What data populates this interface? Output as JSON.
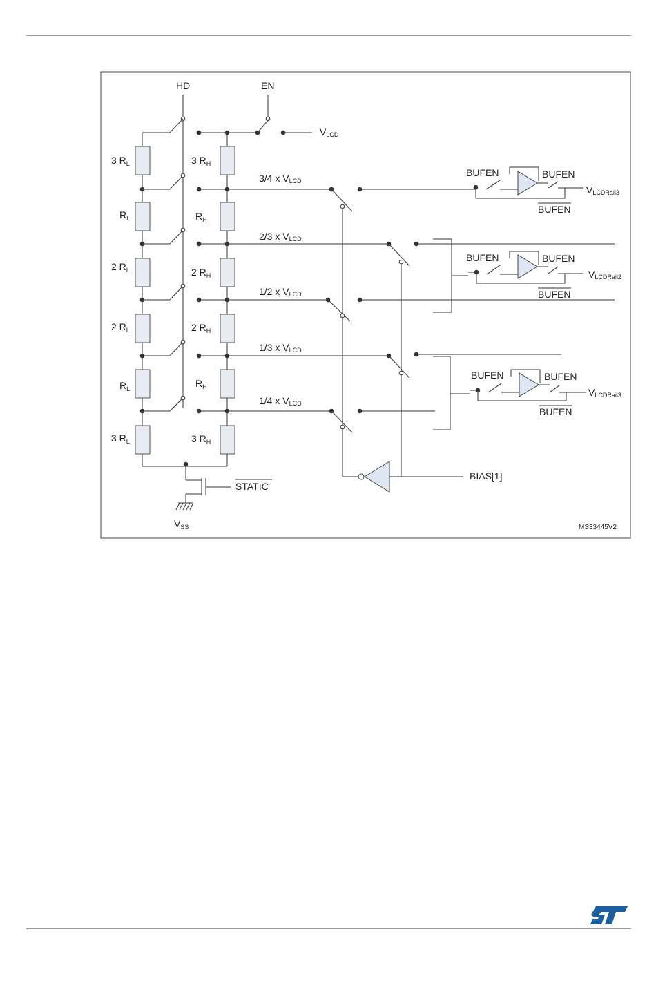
{
  "diagram": {
    "id_tag": "MS33445V2",
    "labels": {
      "hd": "HD",
      "en": "EN",
      "v": "V",
      "vlcd_sub": "LCD",
      "vss_sub": "SS",
      "static": "STATIC",
      "bias": "BIAS[1]",
      "bufen": "BUFEN",
      "rail3_sub": "LCDRail3",
      "rail2_sub": "LCDRail2",
      "rl_sub": "L",
      "rh_sub": "H"
    },
    "left_resistors": [
      "3 R",
      "R",
      "2 R",
      "2 R",
      "R",
      "3 R"
    ],
    "right_resistors": [
      "3 R",
      "R",
      "2 R",
      "2 R",
      "R",
      "3 R"
    ],
    "tap_labels": [
      "3/4 x V",
      "2/3 x V",
      "1/2 x V",
      "1/3 x V",
      "1/4 x V"
    ]
  },
  "colors": {
    "line": "#333333",
    "resistor_fill": "#e8ecf2",
    "buffer_fill": "#dde6f2",
    "st_logo": "#1b5f9e"
  },
  "footer": {
    "logo_icon": "st-logo"
  }
}
